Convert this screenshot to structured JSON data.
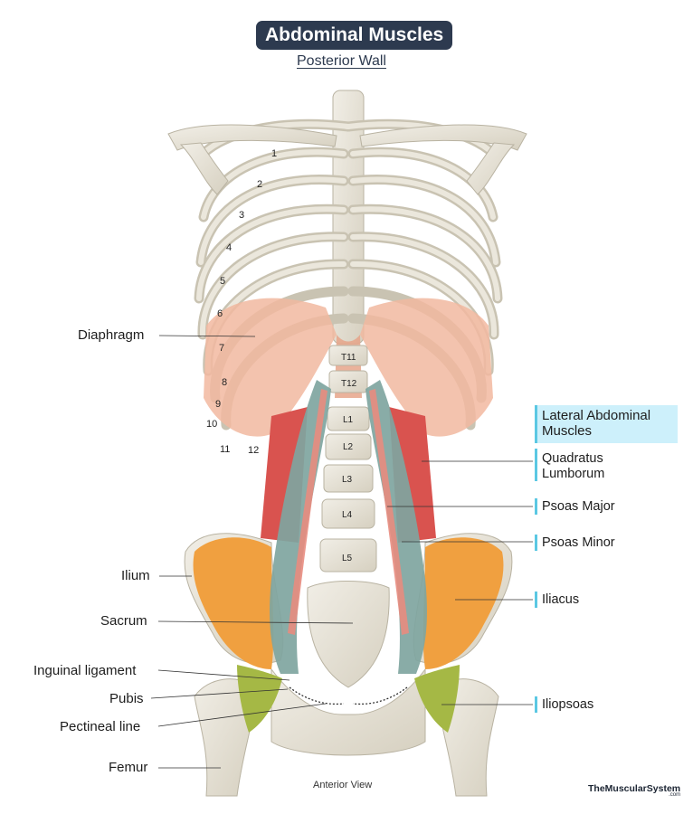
{
  "title": "Abdominal Muscles",
  "subtitle": "Posterior Wall",
  "left_labels": {
    "diaphragm": "Diaphragm",
    "ilium": "Ilium",
    "sacrum": "Sacrum",
    "inguinal_ligament": "Inguinal ligament",
    "pubis": "Pubis",
    "pectineal_line": "Pectineal line",
    "femur": "Femur"
  },
  "right_labels": {
    "lateral_group": "Lateral Abdominal Muscles",
    "quadratus_lumborum": "Quadratus Lumborum",
    "psoas_major": "Psoas Major",
    "psoas_minor": "Psoas Minor",
    "iliacus": "Iliacus",
    "iliopsoas": "Iliopsoas"
  },
  "rib_numbers": [
    "1",
    "2",
    "3",
    "4",
    "5",
    "6",
    "7",
    "8",
    "9",
    "10",
    "11",
    "12"
  ],
  "vertebrae": [
    "T11",
    "T12",
    "L1",
    "L2",
    "L3",
    "L4",
    "L5"
  ],
  "view_caption": "Anterior View",
  "brand": "TheMuscularSystem",
  "brand_suffix": ".com",
  "colors": {
    "bone": "#e6e2d6",
    "bone_edge": "#b9b3a2",
    "diaphragm": "#f2b9a0",
    "quadratus_lumborum": "#d9534f",
    "psoas_major": "#7fa59f",
    "psoas_minor": "#e88c80",
    "iliacus": "#f0a040",
    "iliopsoas": "#a5b845",
    "accent": "#5bc8e3",
    "title_bg": "#2d3a4f"
  }
}
